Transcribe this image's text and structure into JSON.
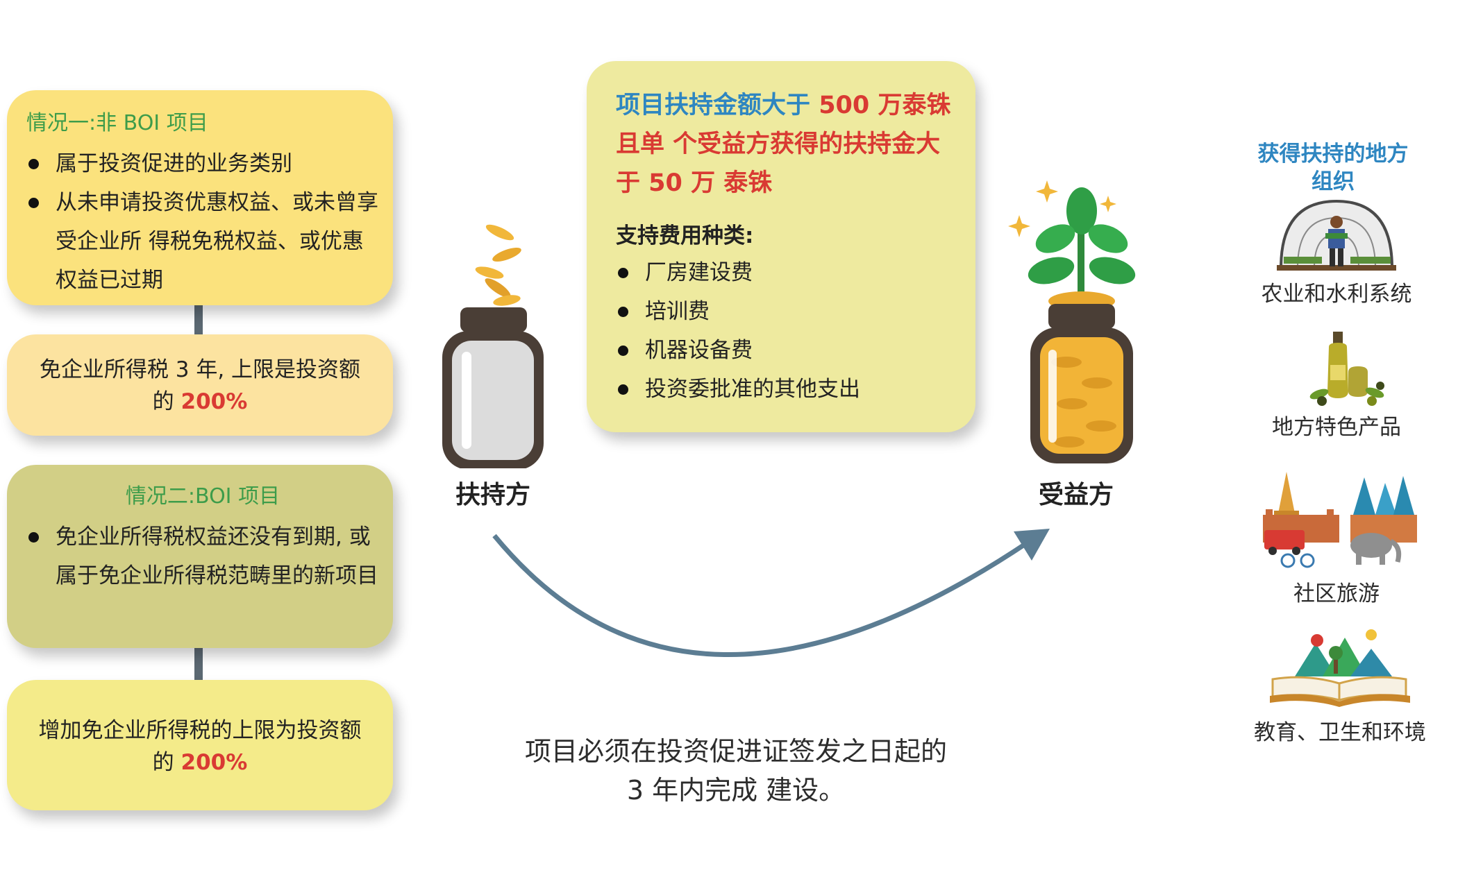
{
  "left": {
    "case1": {
      "title": "情况一:非 BOI 项目",
      "bullets": [
        "属于投资促进的业务类别",
        "从未申请投资优惠权益、或未曾享受企业所 得税免税权益、或优惠权益已过期"
      ]
    },
    "case1_benefit": {
      "text": "免企业所得税 3 年, 上限是投资额",
      "prefix": "的",
      "highlight": "200%"
    },
    "case2": {
      "title": "情况二:BOI 项目",
      "bullets": [
        "免企业所得税权益还没有到期, 或属于免企业所得税范畴里的新项目"
      ]
    },
    "case2_benefit": {
      "text": "增加免企业所得税的上限为投资额",
      "prefix": "的",
      "highlight": "200%"
    }
  },
  "center": {
    "condition": {
      "blue": "项目扶持金额大于",
      "red": "500 万泰铢 且单 个受益方获得的扶持金大于 50 万 泰铢"
    },
    "expense_title": "支持费用种类:",
    "expenses": [
      "厂房建设费",
      "培训费",
      "机器设备费",
      "投资委批准的其他支出"
    ],
    "supporter_label": "扶持方",
    "beneficiary_label": "受益方",
    "note_line1": "项目必须在投资促进证签发之日起的",
    "note_line2": "3 年内完成 建设。"
  },
  "right": {
    "title": "获得扶持的地方组织",
    "items": [
      {
        "label": "农业和水利系统",
        "icon": "greenhouse-farmer-icon"
      },
      {
        "label": "地方特色产品",
        "icon": "olive-oil-icon"
      },
      {
        "label": "社区旅游",
        "icon": "temple-tourism-icon"
      },
      {
        "label": "教育、卫生和环境",
        "icon": "open-book-icon"
      }
    ]
  },
  "colors": {
    "yellow_box": "#fbe27d",
    "light_orange_box": "#fce3a0",
    "olive_box": "#d2cf86",
    "pale_yellow_box": "#f4eb8a",
    "center_box": "#eeea9f",
    "red": "#d93a33",
    "blue": "#2e86c1",
    "green_title": "#3d9c4a",
    "arrow": "#5c7d93"
  }
}
